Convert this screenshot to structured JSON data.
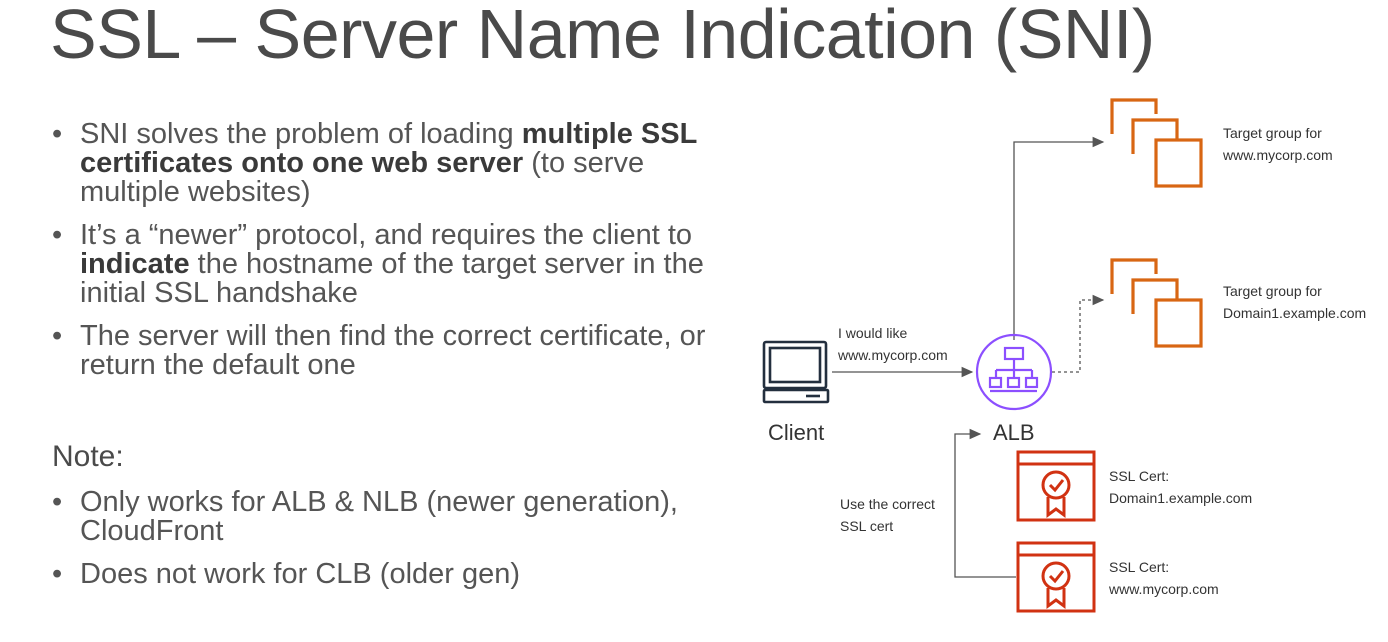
{
  "title": "SSL – Server Name Indication (SNI)",
  "bullets": [
    {
      "before": "SNI solves the problem of loading ",
      "bold": "multiple SSL certificates onto one web server",
      "after": " (to serve multiple websites)"
    },
    {
      "before": "It’s a “newer” protocol, and requires the client to ",
      "bold": "indicate",
      "after": " the hostname of the target server in the initial SSL handshake"
    },
    {
      "before": "The server will then find the correct certificate, or return the default one",
      "bold": "",
      "after": ""
    }
  ],
  "note": {
    "heading": "Note:",
    "items": [
      "Only works for ALB & NLB (newer generation), CloudFront",
      "Does not work for CLB (older gen)"
    ]
  },
  "diagram": {
    "client_label": "Client",
    "alb_label": "ALB",
    "request_line1": "I would like",
    "request_line2": "www.mycorp.com",
    "target1_line1": "Target group for",
    "target1_line2": "www.mycorp.com",
    "target2_line1": "Target group for",
    "target2_line2": "Domain1.example.com",
    "cert1_line1": "SSL Cert:",
    "cert1_line2": "Domain1.example.com",
    "cert2_line1": "SSL Cert:",
    "cert2_line2": "www.mycorp.com",
    "use_line1": "Use the correct",
    "use_line2": "SSL cert",
    "colors": {
      "target_orange": "#D86613",
      "alb_purple": "#8C4FFF",
      "cert_red": "#D13212",
      "line_gray": "#555555"
    }
  }
}
